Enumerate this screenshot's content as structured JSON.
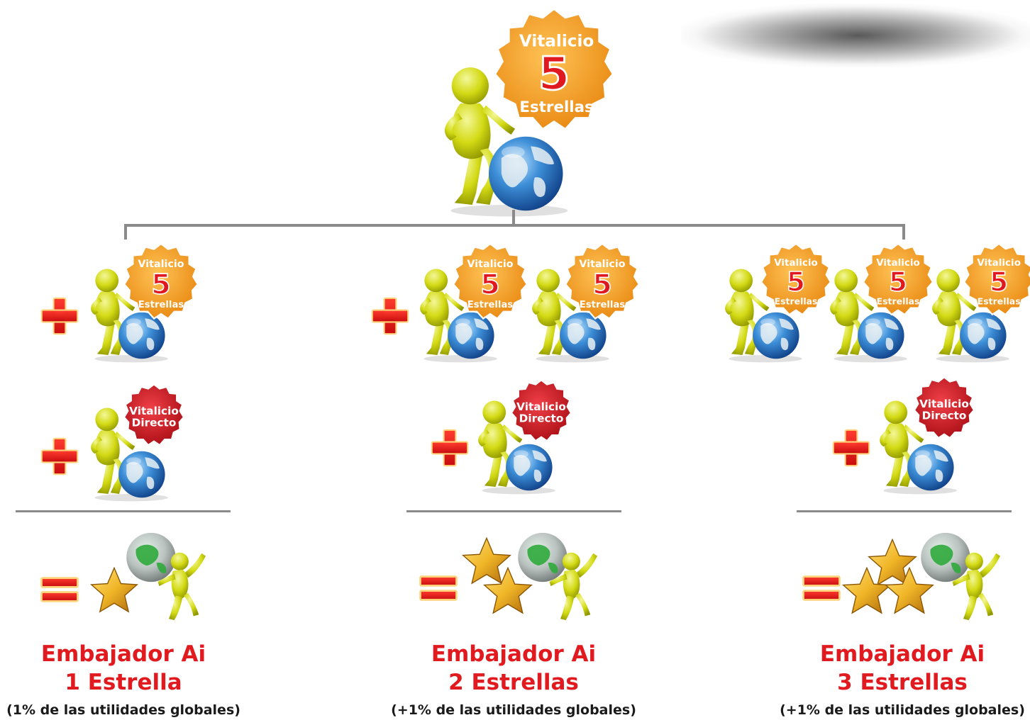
{
  "top_badge": {
    "line1": "Vitalicio",
    "number": "5",
    "line2": "Estrellas"
  },
  "small_badge_5": {
    "line1": "Vitalicio",
    "number": "5",
    "line2": "Estrellas"
  },
  "direct_badge": {
    "line1": "Vitalicio",
    "line2": "Directo"
  },
  "colors": {
    "orange_badge": "#f39a1e",
    "red_badge": "#d21a22",
    "figure": "#d5dc18",
    "title_red": "#e01a1f",
    "connector": "#8a8a8a"
  },
  "results": [
    {
      "title_line1": "Embajador Ai",
      "title_line2": "1 Estrella",
      "subtitle": "(1% de las utilidades globales)",
      "stars": 1
    },
    {
      "title_line1": "Embajador Ai",
      "title_line2": "2 Estrellas",
      "subtitle": "(+1% de las utilidades globales)",
      "stars": 2
    },
    {
      "title_line1": "Embajador Ai",
      "title_line2": "3 Estrellas",
      "subtitle": "(+1% de las utilidades globales)",
      "stars": 3
    }
  ]
}
